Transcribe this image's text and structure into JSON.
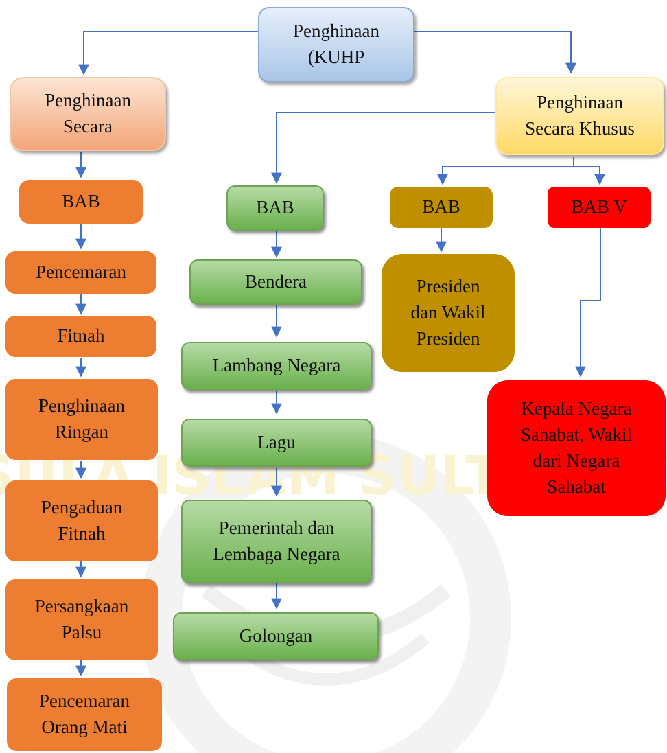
{
  "watermark": {
    "text": "UNISSULA ISLAM SULTAN AGUNG"
  },
  "root": {
    "label": "Penghinaan\n(KUHP"
  },
  "left": {
    "label": "Penghinaan\nSecara",
    "items": [
      "BAB",
      "Pencemaran",
      "Fitnah",
      "Penghinaan\nRingan",
      "Pengaduan\nFitnah",
      "Persangkaan\nPalsu",
      "Pencemaran\nOrang Mati"
    ]
  },
  "right": {
    "label": "Penghinaan\nSecara Khusus",
    "green_items": [
      "BAB",
      "Bendera",
      "Lambang Negara",
      "Lagu",
      "Pemerintah dan\nLembaga Negara",
      "Golongan"
    ],
    "gold_items": [
      "BAB",
      "Presiden\ndan Wakil\nPresiden"
    ],
    "red_items": [
      "BAB V",
      "Kepala Negara\nSahabat, Wakil\ndari Negara\nSahabat"
    ]
  },
  "colors": {
    "connector": "#4472c4",
    "orange": "#ed7d31",
    "green": "#6ab04c",
    "gold": "#bf8f00",
    "red": "#ff0000"
  }
}
